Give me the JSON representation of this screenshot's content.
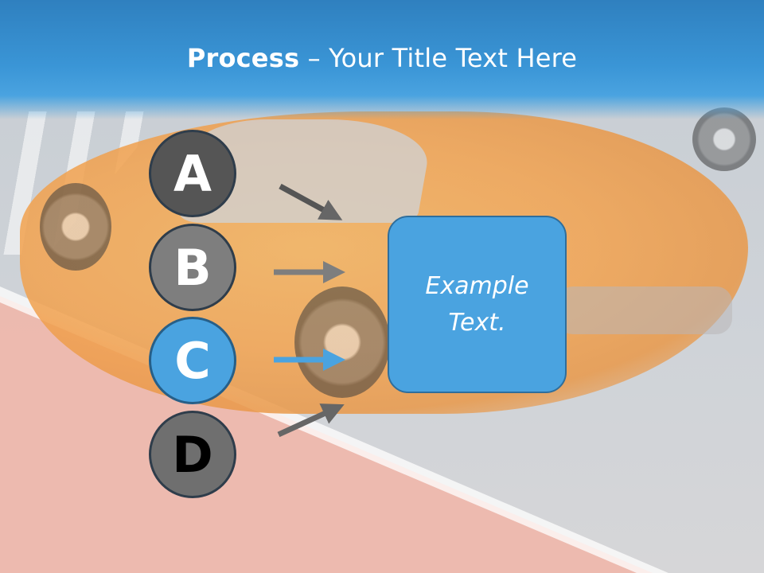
{
  "slide": {
    "title_bold": "Process",
    "title_rest": " – Your Title Text Here"
  },
  "steps": [
    {
      "letter": "A",
      "color": "#555555"
    },
    {
      "letter": "B",
      "color": "#7e7e7e"
    },
    {
      "letter": "C",
      "color": "#4aa3e0"
    },
    {
      "letter": "D",
      "color": "#6f6f6f"
    }
  ],
  "box": {
    "text": "Example Text.",
    "color": "#4aa3e0"
  },
  "colors": {
    "header": "#3a95d6",
    "arrow_gray": "#666666",
    "arrow_blue": "#4aa3e0"
  }
}
